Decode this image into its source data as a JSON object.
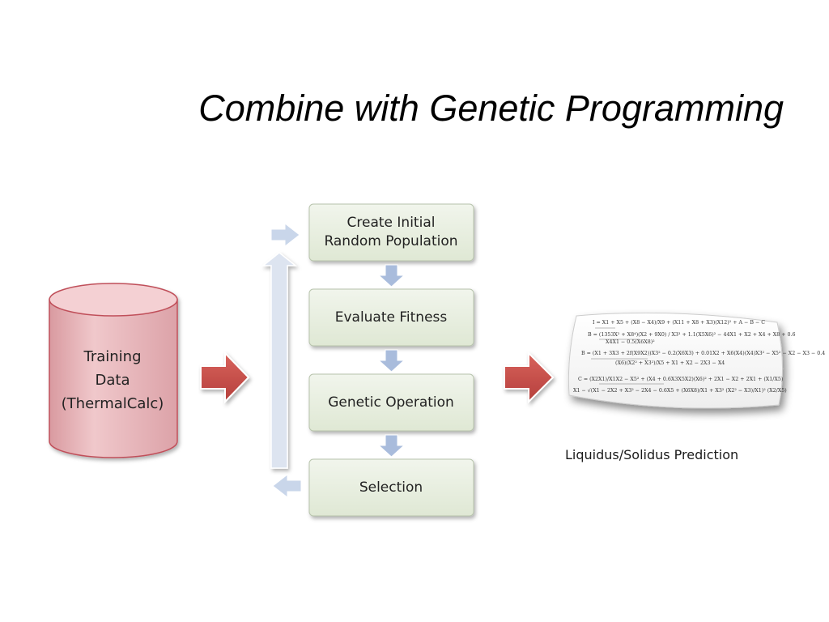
{
  "slide": {
    "title": "Combine with Genetic Programming"
  },
  "training_data": {
    "lines": [
      "Training",
      "Data",
      "(ThermalCalc)"
    ]
  },
  "gp_loop": {
    "steps": [
      {
        "lines": [
          "Create Initial",
          "Random Population"
        ]
      },
      {
        "lines": [
          "Evaluate Fitness"
        ]
      },
      {
        "lines": [
          "Genetic Operation"
        ]
      },
      {
        "lines": [
          "Selection"
        ]
      }
    ]
  },
  "output": {
    "label": "Liquidus/Solidus Prediction"
  },
  "colors": {
    "cylinder_fill": "#e8b4b8",
    "cylinder_stroke": "#c0505a",
    "box_fill": "#e6eedd",
    "box_stroke": "#b8c4ad",
    "flow_arrow": "#c9504b",
    "small_arrow": "#a9bcdc",
    "loop_arrow": "#dde4f0"
  }
}
